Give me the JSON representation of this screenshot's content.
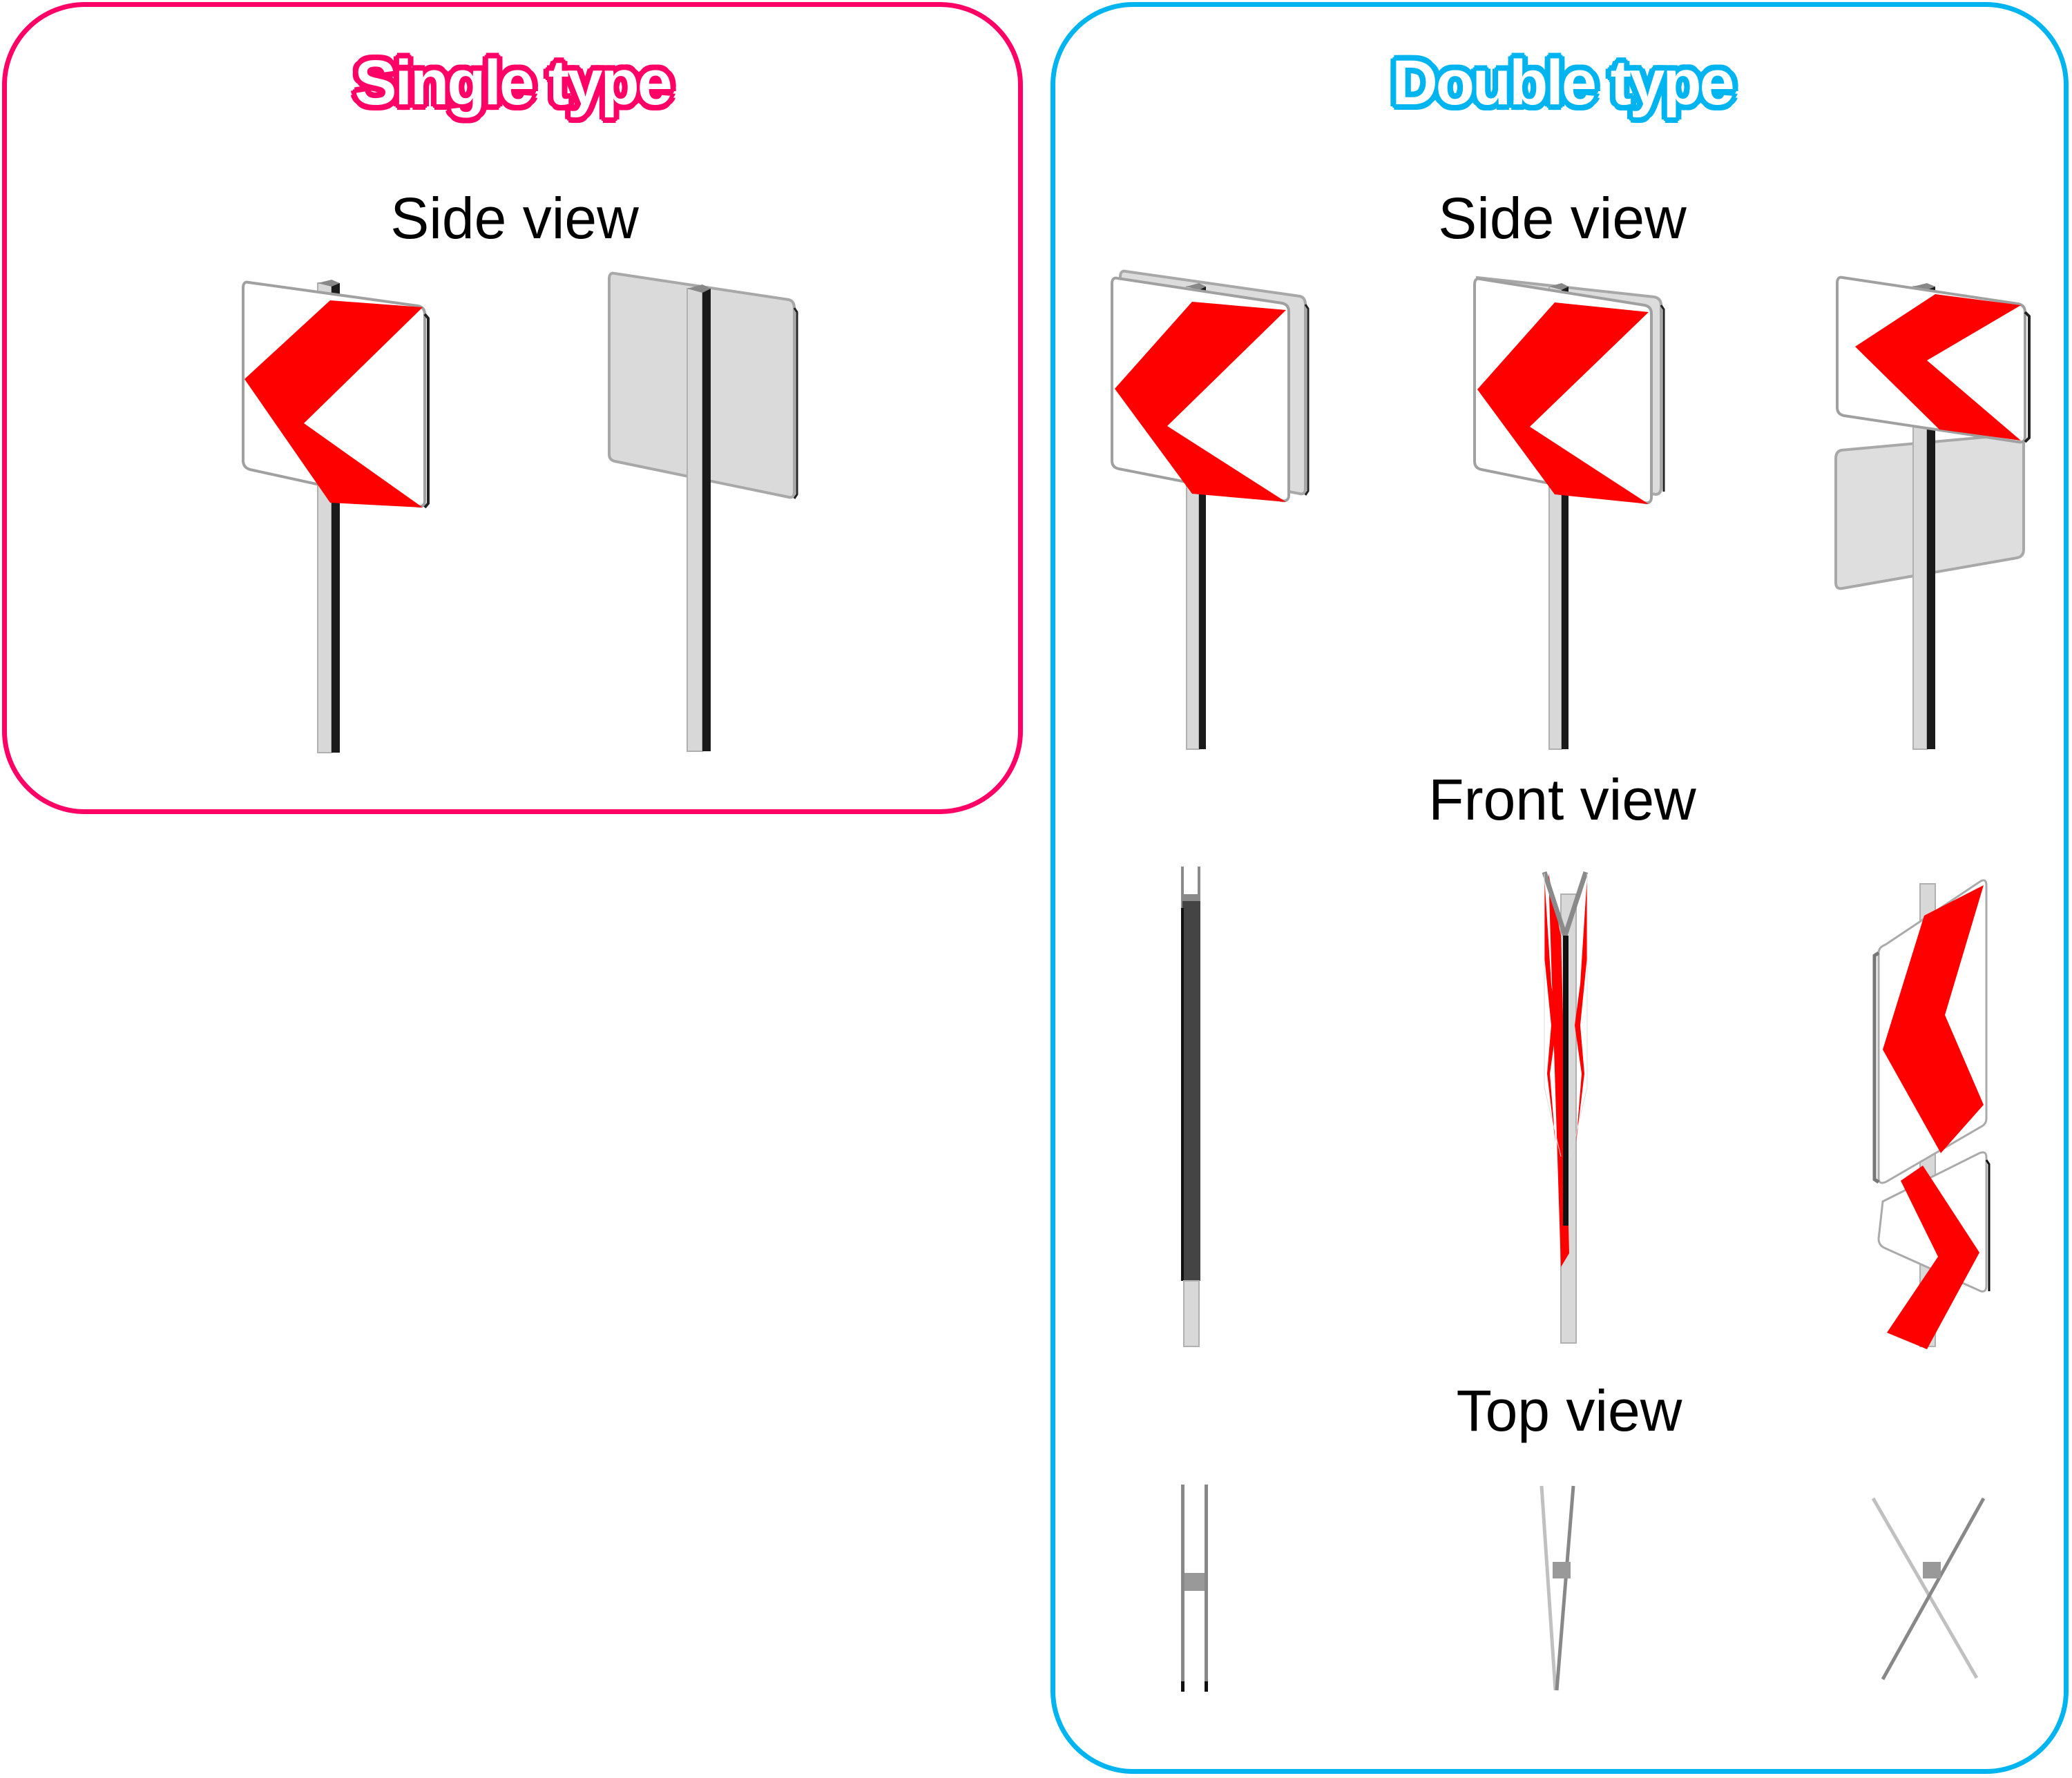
{
  "colors": {
    "single_accent": "#ff0066",
    "double_accent": "#00b4f0",
    "chevron_red": "#ff0000",
    "sign_face": "#ffffff",
    "sign_back": "#dadada",
    "pole_light": "#dadada",
    "pole_dark": "#1a1a1a",
    "edge_gray": "#9a9a9a"
  },
  "single": {
    "title": "Single type",
    "side_view": {
      "heading": "Side view",
      "figures": [
        {
          "name": "single-front-face",
          "description": "Left-pointing red chevron sign on pole"
        },
        {
          "name": "single-back-face",
          "description": "Gray back of sign on pole"
        }
      ]
    }
  },
  "double": {
    "title": "Double type",
    "side_view": {
      "heading": "Side view",
      "figures": [
        {
          "name": "parallel-double",
          "description": "Two parallel chevron plates back to back"
        },
        {
          "name": "v-double",
          "description": "Two chevron plates in V configuration"
        },
        {
          "name": "cross-double",
          "description": "Two chevron plates crossing"
        }
      ]
    },
    "front_view": {
      "heading": "Front view",
      "figures": [
        {
          "name": "parallel-double-front"
        },
        {
          "name": "v-double-front"
        },
        {
          "name": "cross-double-front"
        }
      ]
    },
    "top_view": {
      "heading": "Top view",
      "figures": [
        {
          "name": "parallel-double-top",
          "shape": "H"
        },
        {
          "name": "v-double-top",
          "shape": "V"
        },
        {
          "name": "cross-double-top",
          "shape": "X"
        }
      ]
    }
  }
}
